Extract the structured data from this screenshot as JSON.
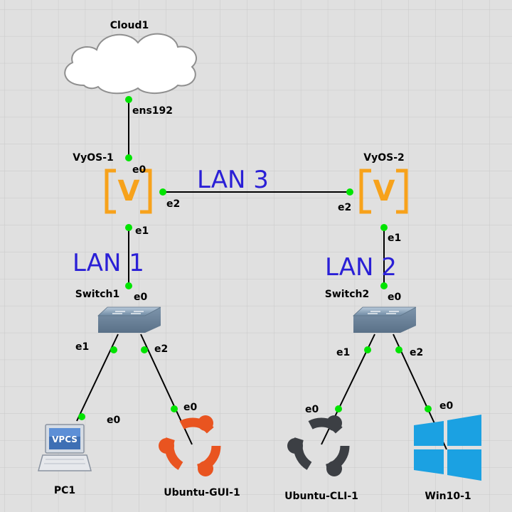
{
  "diagram": {
    "nodes": {
      "cloud1": {
        "label": "Cloud1"
      },
      "vyos1": {
        "label": "VyOS-1",
        "glyph": "V"
      },
      "vyos2": {
        "label": "VyOS-2",
        "glyph": "V"
      },
      "switch1": {
        "label": "Switch1"
      },
      "switch2": {
        "label": "Switch2"
      },
      "pc1": {
        "label": "PC1",
        "screen_text": "VPCS"
      },
      "ubuntu_gui": {
        "label": "Ubuntu-GUI-1"
      },
      "ubuntu_cli": {
        "label": "Ubuntu-CLI-1"
      },
      "win10": {
        "label": "Win10-1"
      }
    },
    "ports": {
      "cloud_ens192": "ens192",
      "vyos1_e0": "e0",
      "vyos1_e1": "e1",
      "vyos1_e2": "e2",
      "vyos2_e2": "e2",
      "vyos2_e1": "e1",
      "switch1_e0": "e0",
      "switch1_e1": "e1",
      "switch1_e2": "e2",
      "switch2_e0": "e0",
      "switch2_e1": "e1",
      "switch2_e2": "e2",
      "pc1_e0": "e0",
      "ubuntu_gui_e0": "e0",
      "ubuntu_cli_e0": "e0",
      "win10_e0": "e0"
    },
    "networks": {
      "lan1": "LAN 1",
      "lan2": "LAN 2",
      "lan3": "LAN 3"
    },
    "links": [
      [
        "Cloud1",
        "ens192",
        "VyOS-1",
        "e0"
      ],
      [
        "VyOS-1",
        "e2",
        "VyOS-2",
        "e2"
      ],
      [
        "VyOS-1",
        "e1",
        "Switch1",
        "e0"
      ],
      [
        "VyOS-2",
        "e1",
        "Switch2",
        "e0"
      ],
      [
        "Switch1",
        "e1",
        "PC1",
        "e0"
      ],
      [
        "Switch1",
        "e2",
        "Ubuntu-GUI-1",
        "e0"
      ],
      [
        "Switch2",
        "e1",
        "Ubuntu-CLI-1",
        "e0"
      ],
      [
        "Switch2",
        "e2",
        "Win10-1",
        "e0"
      ]
    ]
  },
  "colors": {
    "background": "#e0e0e0",
    "grid": "#c9c9c9",
    "link": "#000000",
    "port_dot": "#00e400",
    "lan_label": "#2a1fd6",
    "router": "#f7a21b",
    "ubuntu_gui": "#e95420",
    "ubuntu_cli": "#3c3f44",
    "windows": "#1ba1e2"
  }
}
